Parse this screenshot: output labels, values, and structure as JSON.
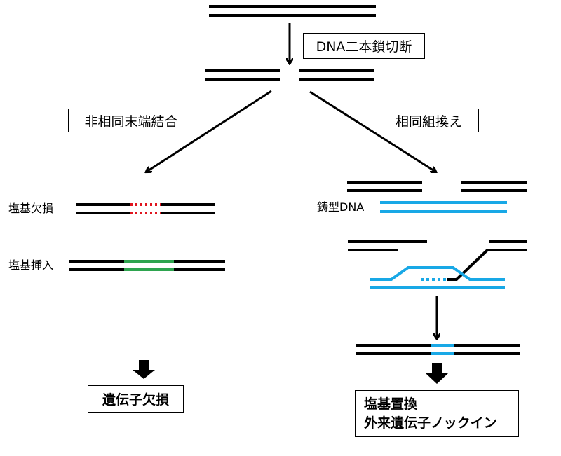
{
  "title": "DNA二本鎖切断の修復経路",
  "colors": {
    "strand": "#000000",
    "deletion": "#e0141e",
    "insertion": "#2ea44f",
    "template": "#18a8e6"
  },
  "steps": {
    "dsb_label": "DNA二本鎖切断",
    "nhej_label": "非相同末端結合",
    "hr_label": "相同組換え"
  },
  "nhej": {
    "deletion_label": "塩基欠損",
    "insertion_label": "塩基挿入",
    "result": "遺伝子欠損"
  },
  "hr": {
    "template_label": "鋳型DNA",
    "result_line1": "塩基置換",
    "result_line2": "外来遺伝子ノックイン"
  }
}
